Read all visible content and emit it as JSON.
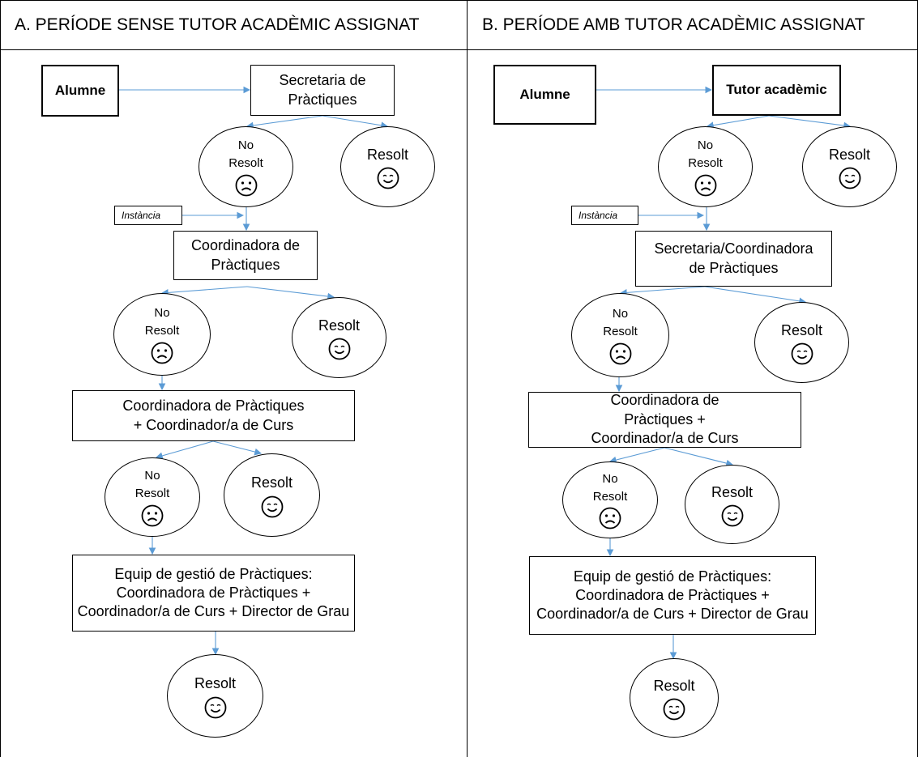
{
  "headers": {
    "a": "A. PERÍODE SENSE TUTOR ACADÈMIC ASSIGNAT",
    "b": "B. PERÍODE AMB TUTOR ACADÈMIC ASSIGNAT"
  },
  "flow_a": {
    "alumne": "Alumne",
    "first_box": "Secretaria de Pràctiques",
    "instancia": "Instància",
    "second_box": "Coordinadora de Pràctiques",
    "third_box": "Coordinadora de Pràctiques + Coordinador/a de Curs",
    "fourth_box": "Equip de gestió de Pràctiques: Coordinadora de Pràctiques + Coordinador/a de Curs + Director de Grau",
    "no_resolt_1": "No",
    "no_resolt_2": "Resolt",
    "resolt": "Resolt"
  },
  "flow_b": {
    "alumne": "Alumne",
    "first_box": "Tutor acadèmic",
    "instancia": "Instància",
    "second_box": "Secretaria/Coordinadora de Pràctiques",
    "third_box": "Coordinadora de Pràctiques + Coordinador/a de Curs",
    "fourth_box": "Equip de gestió de Pràctiques: Coordinadora de Pràctiques + Coordinador/a de Curs + Director de Grau",
    "no_resolt_1": "No",
    "no_resolt_2": "Resolt",
    "resolt": "Resolt"
  },
  "icons": {
    "sad": "sad-face-icon",
    "happy": "happy-face-icon"
  },
  "colors": {
    "connector": "#5b9bd5",
    "border": "#000000"
  }
}
